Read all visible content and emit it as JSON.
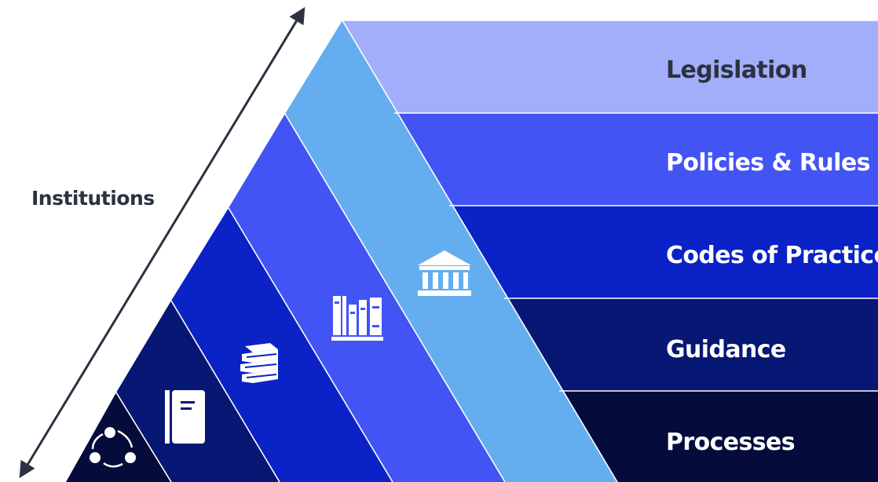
{
  "axis": {
    "label": "Institutions"
  },
  "colors": {
    "legislation": "#a3aefb",
    "policies": "#4254f4",
    "codes": "#0a22c6",
    "guidance": "#071774",
    "processes": "#050c3c",
    "diagonal_band": "#64aef0",
    "axis_arrow": "#2b3240"
  },
  "layers": [
    {
      "label": "Legislation",
      "icon": "bank-icon"
    },
    {
      "label": "Policies & Rules",
      "icon": "books-shelf-icon"
    },
    {
      "label": "Codes of Practice",
      "icon": "book-stack-icon"
    },
    {
      "label": "Guidance",
      "icon": "notebook-icon"
    },
    {
      "label": "Processes",
      "icon": "cycle-icon"
    }
  ]
}
